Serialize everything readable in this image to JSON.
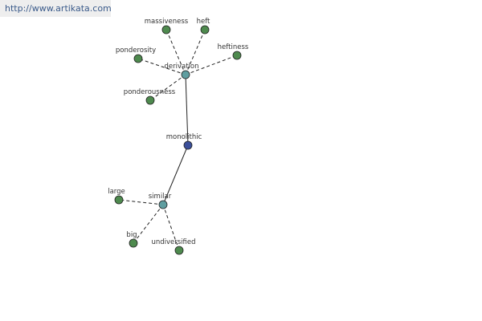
{
  "header": {
    "url": "http://www.artikata.com"
  },
  "graph": {
    "colors": {
      "edge": "#222222",
      "node_stroke": "#222222",
      "leaf": "#4e8a4e",
      "hub": "#5f9ea0",
      "center": "#3b4f9a"
    },
    "nodes": [
      {
        "id": "monolithic",
        "label": "monolithic",
        "kind": "center"
      },
      {
        "id": "derivation",
        "label": "derivation",
        "kind": "hub"
      },
      {
        "id": "similar",
        "label": "similar",
        "kind": "hub"
      },
      {
        "id": "massiveness",
        "label": "massiveness",
        "kind": "leaf"
      },
      {
        "id": "heft",
        "label": "heft",
        "kind": "leaf"
      },
      {
        "id": "ponderosity",
        "label": "ponderosity",
        "kind": "leaf"
      },
      {
        "id": "heftiness",
        "label": "heftiness",
        "kind": "leaf"
      },
      {
        "id": "ponderousness",
        "label": "ponderousness",
        "kind": "leaf"
      },
      {
        "id": "large",
        "label": "large",
        "kind": "leaf"
      },
      {
        "id": "big",
        "label": "big",
        "kind": "leaf"
      },
      {
        "id": "undiversified",
        "label": "undiversified",
        "kind": "leaf"
      }
    ],
    "edges": [
      {
        "from": "monolithic",
        "to": "derivation",
        "style": "solid"
      },
      {
        "from": "monolithic",
        "to": "similar",
        "style": "solid"
      },
      {
        "from": "derivation",
        "to": "massiveness",
        "style": "dashed"
      },
      {
        "from": "derivation",
        "to": "heft",
        "style": "dashed"
      },
      {
        "from": "derivation",
        "to": "ponderosity",
        "style": "dashed"
      },
      {
        "from": "derivation",
        "to": "heftiness",
        "style": "dashed"
      },
      {
        "from": "derivation",
        "to": "ponderousness",
        "style": "dashed"
      },
      {
        "from": "similar",
        "to": "large",
        "style": "dashed"
      },
      {
        "from": "similar",
        "to": "big",
        "style": "dashed"
      },
      {
        "from": "similar",
        "to": "undiversified",
        "style": "dashed"
      }
    ]
  }
}
